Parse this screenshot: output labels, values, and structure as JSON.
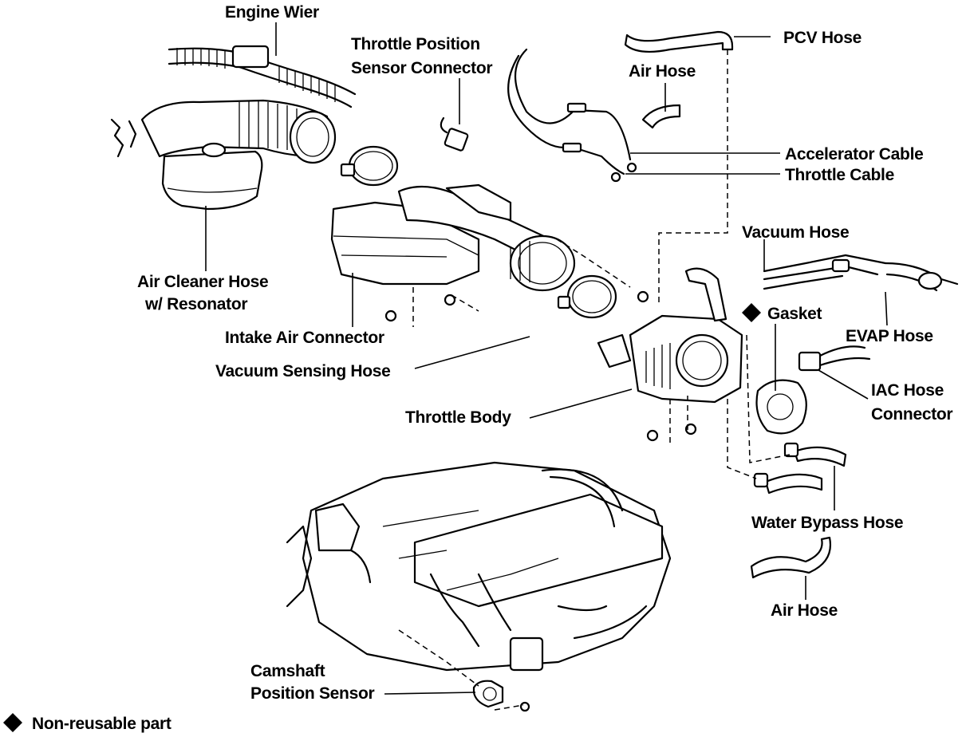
{
  "labels": {
    "engine_wier": "Engine Wier",
    "tps_connector_1": "Throttle Position",
    "tps_connector_2": "Sensor Connector",
    "pcv_hose": "PCV Hose",
    "air_hose_top": "Air Hose",
    "accelerator_cable": "Accelerator Cable",
    "throttle_cable": "Throttle Cable",
    "vacuum_hose": "Vacuum Hose",
    "gasket": "Gasket",
    "evap_hose": "EVAP Hose",
    "air_cleaner_hose_1": "Air Cleaner Hose",
    "air_cleaner_hose_2": "w/ Resonator",
    "intake_air_connector": "Intake Air Connector",
    "vacuum_sensing_hose": "Vacuum Sensing Hose",
    "iac_hose_connector_1": "IAC Hose",
    "iac_hose_connector_2": "Connector",
    "throttle_body": "Throttle Body",
    "water_bypass_hose": "Water Bypass Hose",
    "air_hose_bottom": "Air Hose",
    "camshaft_sensor_1": "Camshaft",
    "camshaft_sensor_2": "Position Sensor",
    "legend_non_reusable": "Non-reusable part"
  },
  "symbols": {
    "non_reusable_marker": "diamond-icon"
  },
  "colors": {
    "ink": "#000000",
    "background": "#ffffff"
  }
}
